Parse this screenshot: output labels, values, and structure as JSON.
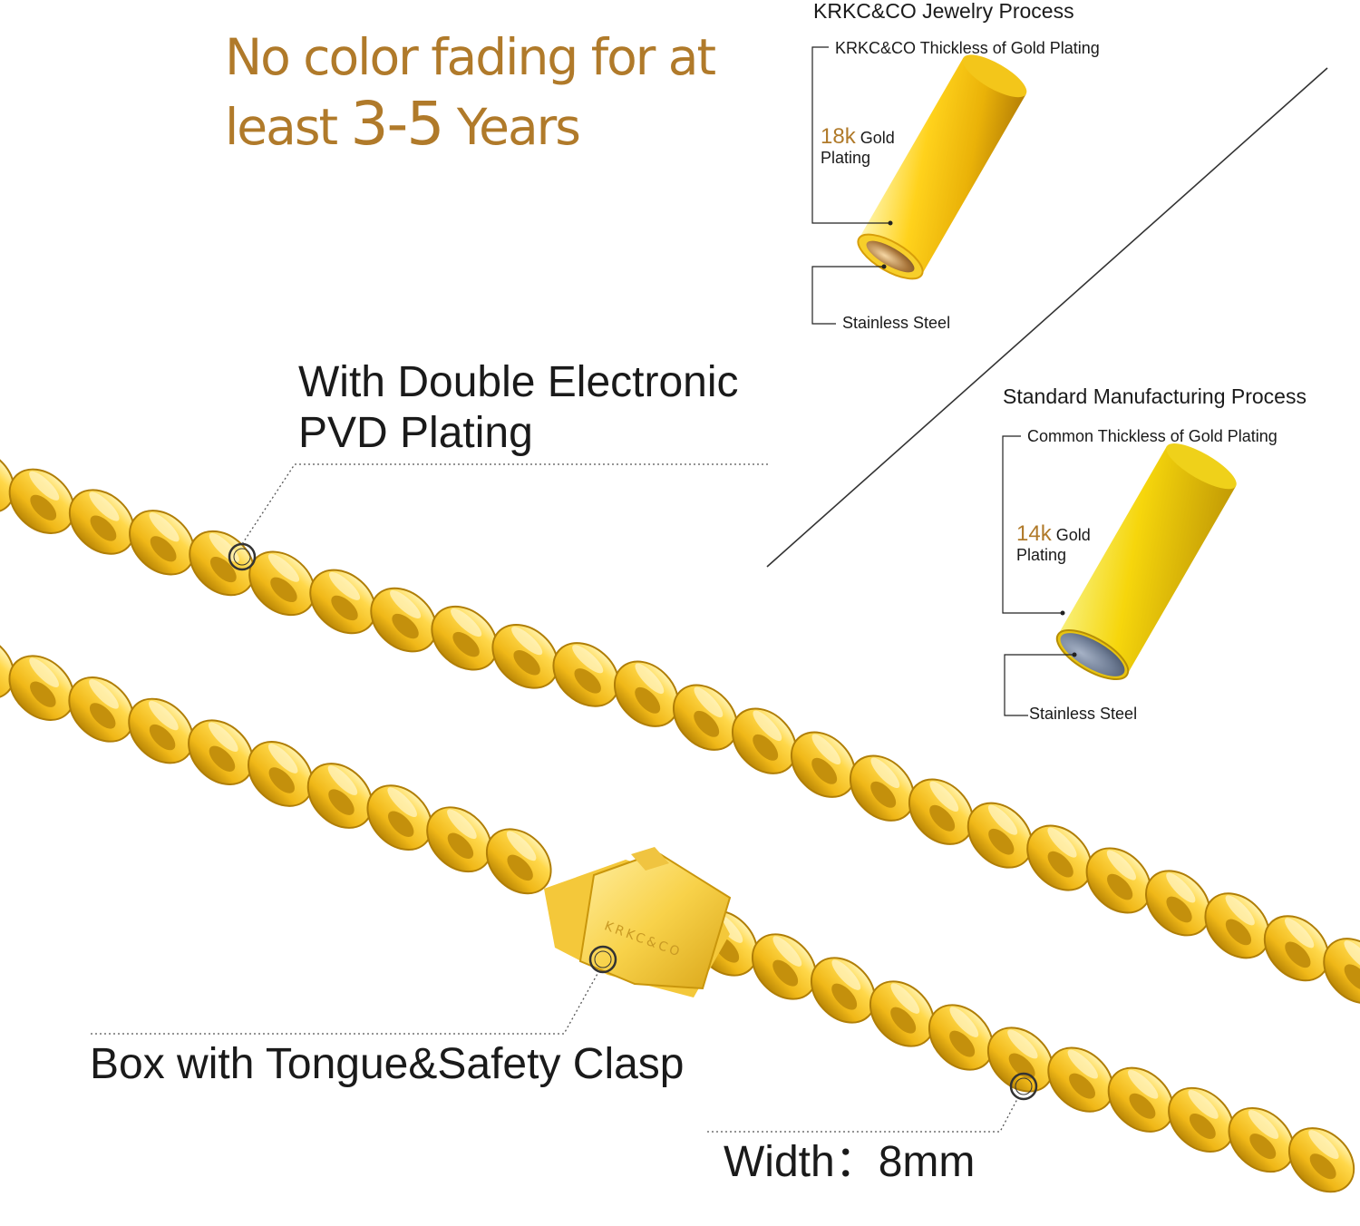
{
  "headline": {
    "line1": "No color fading for at",
    "line2_prefix": "least ",
    "line2_emph": "3-5",
    "line2_suffix": " Years"
  },
  "krkc_process": {
    "title": "KRKC&CO Jewelry Process",
    "thickness_label": "KRKC&CO Thickless of Gold Plating",
    "karat": "18k",
    "karat_word": "Gold",
    "plating_word": "Plating",
    "core_label": "Stainless Steel"
  },
  "standard_process": {
    "title": "Standard Manufacturing Process",
    "thickness_label": "Common Thickless of Gold Plating",
    "karat": "14k",
    "karat_word": "Gold",
    "plating_word": "Plating",
    "core_label": "Stainless Steel"
  },
  "callouts": {
    "plating_line1": "With Double Electronic",
    "plating_line2": "PVD Plating",
    "clasp": "Box with Tongue&Safety Clasp",
    "width": "Width：8mm"
  },
  "clasp_engraving": "KRKC&CO",
  "colors": {
    "accent_gold": "#b07a2a",
    "gold_light": "#fff1a0",
    "gold_mid": "#f2c21a",
    "gold_dark": "#c48a0a",
    "steel": "#6a7a92"
  }
}
